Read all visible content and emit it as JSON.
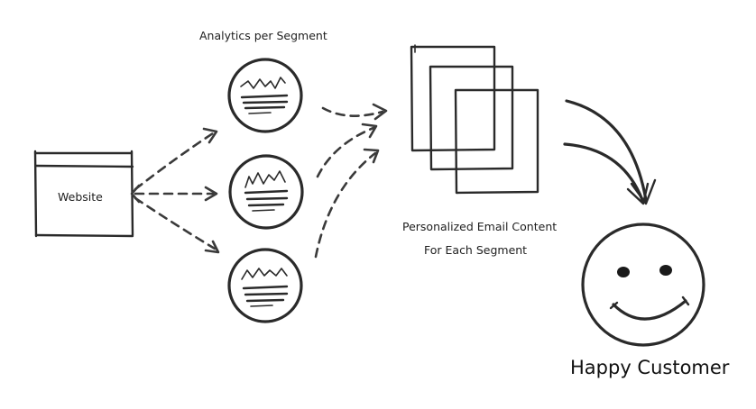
{
  "website": {
    "label": "Website"
  },
  "analytics": {
    "title": "Analytics per Segment"
  },
  "emails": {
    "caption_line1": "Personalized Email Content",
    "caption_line2": "For Each Segment"
  },
  "customer": {
    "label": "Happy Customer"
  },
  "colors": {
    "ink": "#2a2a2a",
    "background": "#ffffff"
  },
  "icons": [
    "browser-window-icon",
    "analytics-chart-icon",
    "email-document-icon",
    "smiley-face-icon"
  ]
}
